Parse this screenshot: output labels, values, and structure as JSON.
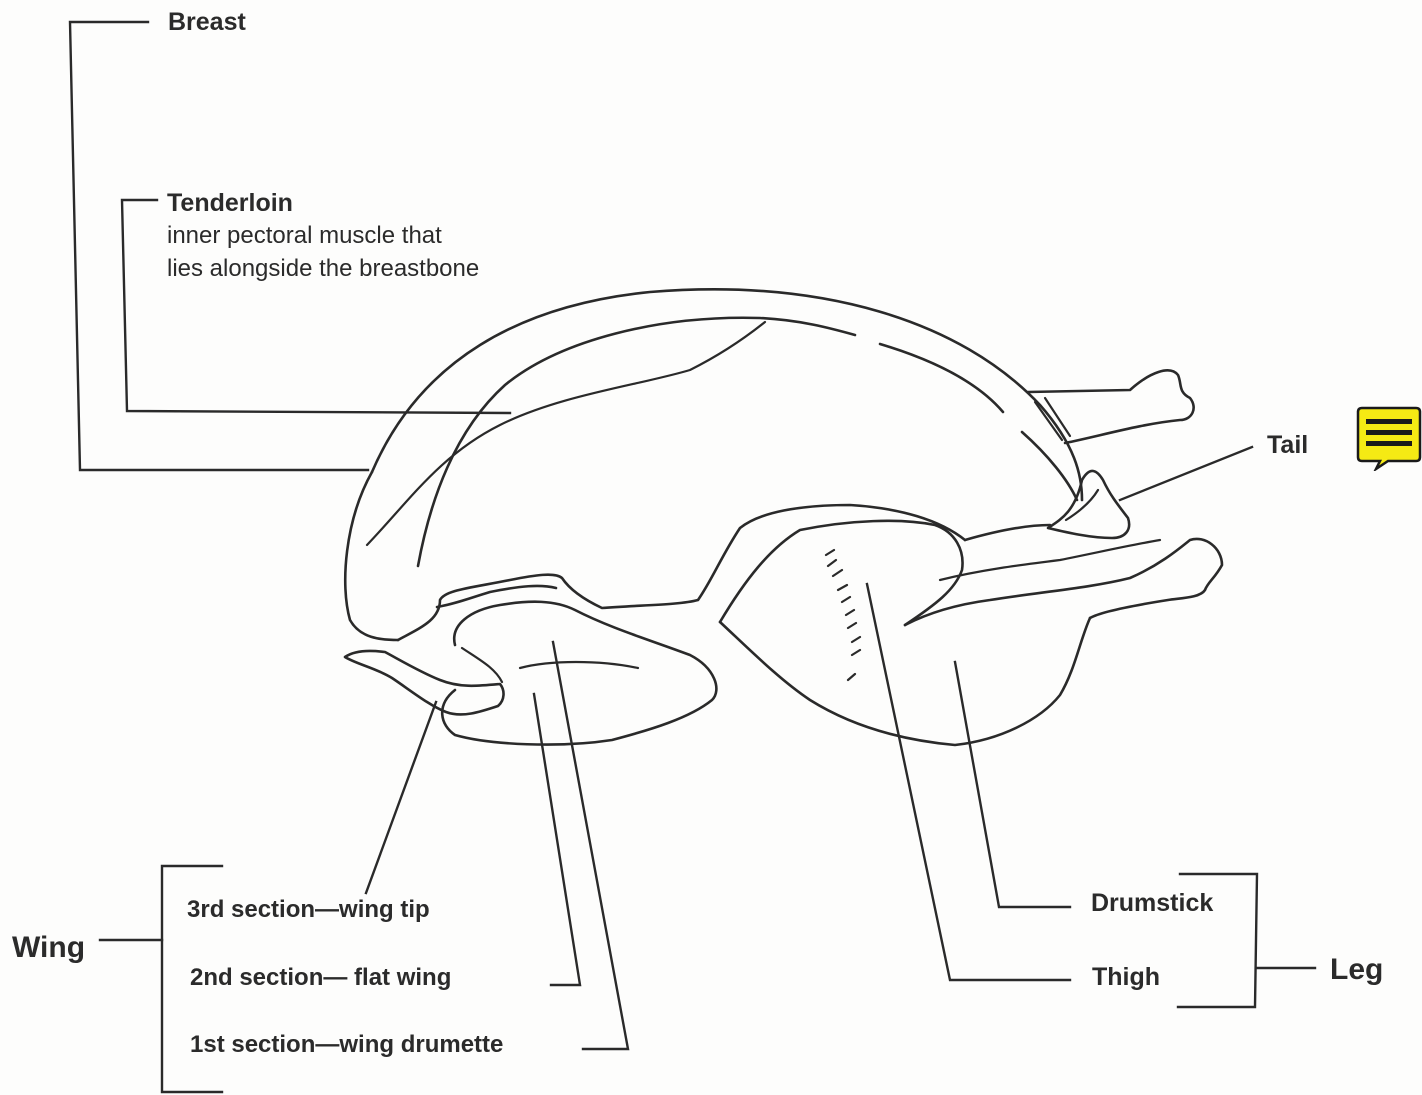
{
  "labels": {
    "breast": "Breast",
    "tenderloin": "Tenderloin",
    "tenderloin_desc_1": "inner pectoral muscle that",
    "tenderloin_desc_2": "lies alongside the breastbone",
    "tail": "Tail",
    "wing": "Wing",
    "wing_tip": "3rd section—wing tip",
    "flat_wing": "2nd section— flat wing",
    "wing_drumette": "1st section—wing drumette",
    "drumstick": "Drumstick",
    "thigh": "Thigh",
    "leg": "Leg"
  },
  "note_icon": {
    "icon": "sticky-note-icon",
    "fill": "#f5ea14",
    "stroke": "#1a1a1a"
  }
}
